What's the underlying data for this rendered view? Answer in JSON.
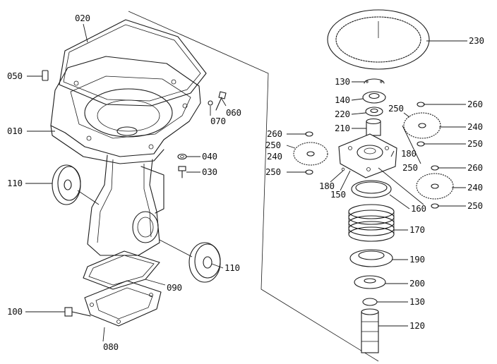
{
  "callouts": {
    "p020": "020",
    "p050": "050",
    "p010": "010",
    "p110a": "110",
    "p060": "060",
    "p070": "070",
    "p040": "040",
    "p030": "030",
    "p110b": "110",
    "p090": "090",
    "p100": "100",
    "p080": "080",
    "p230": "230",
    "p130a": "130",
    "p140": "140",
    "p220": "220",
    "p210": "210",
    "p260a": "260",
    "p260b": "260",
    "p260c": "260",
    "p250a": "250",
    "p250b": "250",
    "p250c": "250",
    "p250d": "250",
    "p250e": "250",
    "p250f": "250",
    "p240a": "240",
    "p240b": "240",
    "p240c": "240",
    "p180a": "180",
    "p180b": "180",
    "p150": "150",
    "p160": "160",
    "p170": "170",
    "p190": "190",
    "p200": "200",
    "p130b": "130",
    "p120": "120"
  }
}
